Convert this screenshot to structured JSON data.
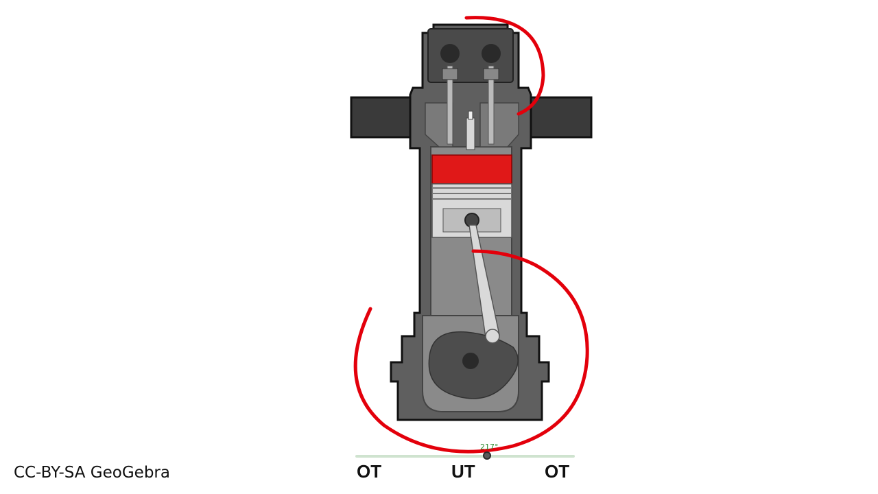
{
  "diagram": {
    "crank_angle": "217°",
    "positions": {
      "left": "OT",
      "middle": "UT",
      "right": "OT"
    }
  },
  "footer": {
    "license": "CC-BY-SA GeoGebra"
  },
  "colors": {
    "piston_crown": "#e01818",
    "engine_block": "#5f5f5f",
    "chamber": "#8a8a8a",
    "annotation": "#e3000b"
  }
}
